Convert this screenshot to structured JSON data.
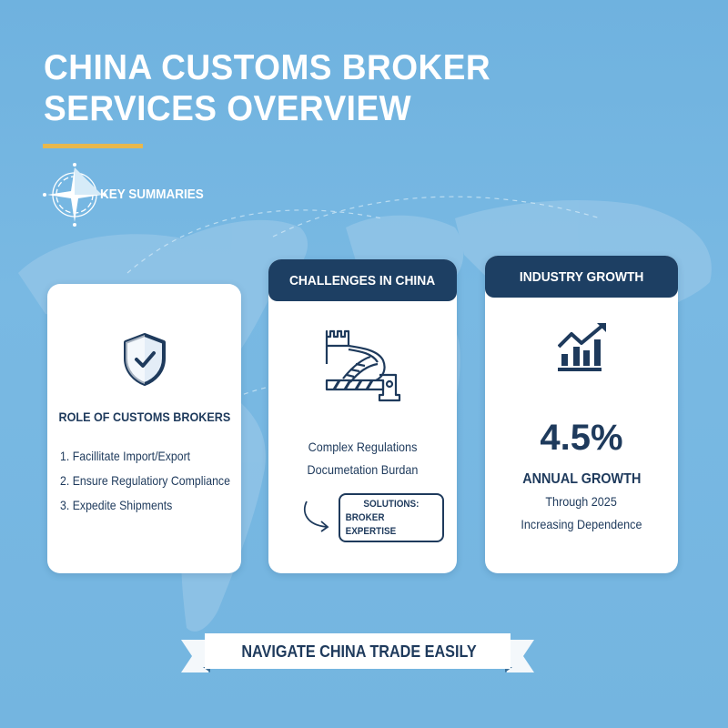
{
  "header": {
    "title_line1": "CHINA CUSTOMS BROKER",
    "title_line2": "SERVICES OVERVIEW",
    "section_label": "KEY SUMMARIES",
    "section_icon": "compass-rose-icon"
  },
  "colors": {
    "background": "#74b5e0",
    "navy": "#1e3a5c",
    "header_bar": "#1d3f63",
    "accent_rule": "#e8b84d",
    "card": "#ffffff"
  },
  "cards": {
    "role": {
      "icon": "shield-check-icon",
      "heading": "ROLE OF CUSTOMS BROKERS",
      "items": [
        "1. Facillitate Import/Export",
        "2. Ensure Regulatiory Compliance",
        "3. Expedite Shipments"
      ]
    },
    "challenges": {
      "header": "CHALLENGES IN CHINA",
      "icon": "great-wall-barrier-icon",
      "lines": [
        "Complex Regulations",
        "Documetation Burdan"
      ],
      "arrow_icon": "curved-arrow-icon",
      "solution_line1": "SOLUTIONS:",
      "solution_line2": "BROKER EXPERTISE"
    },
    "growth": {
      "header": "INDUSTRY GROWTH",
      "icon": "growth-chart-icon",
      "value": "4.5%",
      "label": "ANNUAL GROWTH",
      "sub1": "Through 2025",
      "sub2": "Increasing Dependence"
    }
  },
  "banner": {
    "text": "NAVIGATE CHINA TRADE EASILY"
  }
}
